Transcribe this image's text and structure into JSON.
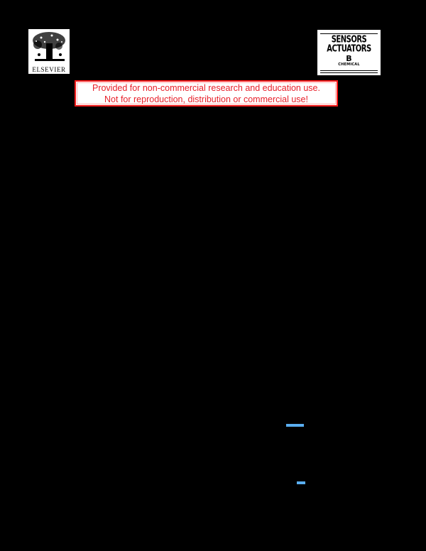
{
  "page": {
    "background": "#000000"
  },
  "header": {
    "publisher_logo": {
      "icon": "elsevier-tree-logo",
      "wordmark": "ELSEVIER"
    },
    "journal_logo": {
      "line1": "SENSORS",
      "line2": "ACTUATORS",
      "line3": "B",
      "line4": "CHEMICAL"
    }
  },
  "notice": {
    "line1": "Provided for non-commercial research and education use.",
    "line2": "Not for reproduction, distribution or commercial use!",
    "text_color": "#e8202a",
    "border_color": "#ff1a1a"
  },
  "annotations": {
    "mark_color": "#5aaef0",
    "marks": [
      {
        "label": "link-mark-1"
      },
      {
        "label": "link-mark-2"
      }
    ]
  }
}
